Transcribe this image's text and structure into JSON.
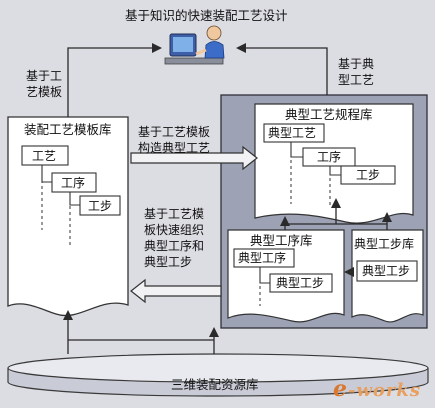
{
  "title": "基于知识的快速装配工艺设计",
  "flows": {
    "left_up_line1": "基于工",
    "left_up_line2": "艺模板",
    "right_up_line1": "基于典",
    "right_up_line2": "型工艺",
    "mid_right_line1": "基于工艺模板",
    "mid_right_line2": "构造典型工艺",
    "mid_left_line1": "基于工艺模",
    "mid_left_line2": "板快速组织",
    "mid_left_line3": "典型工序和",
    "mid_left_line4": "典型工步"
  },
  "template_library": {
    "title": "装配工艺模板库",
    "item1": "工艺",
    "item2": "工序",
    "item3": "工步"
  },
  "process_library": {
    "title": "典型工艺规程库",
    "item1": "典型工艺",
    "item2": "工序",
    "item3": "工步"
  },
  "procedure_library": {
    "title": "典型工序库",
    "item1": "典型工序",
    "item2": "典型工步"
  },
  "step_library": {
    "title": "典型工步库",
    "item1": "典型工步"
  },
  "resource_library": {
    "title": "三维装配资源库"
  },
  "watermark": {
    "prefix": "e",
    "rest": "-works"
  }
}
